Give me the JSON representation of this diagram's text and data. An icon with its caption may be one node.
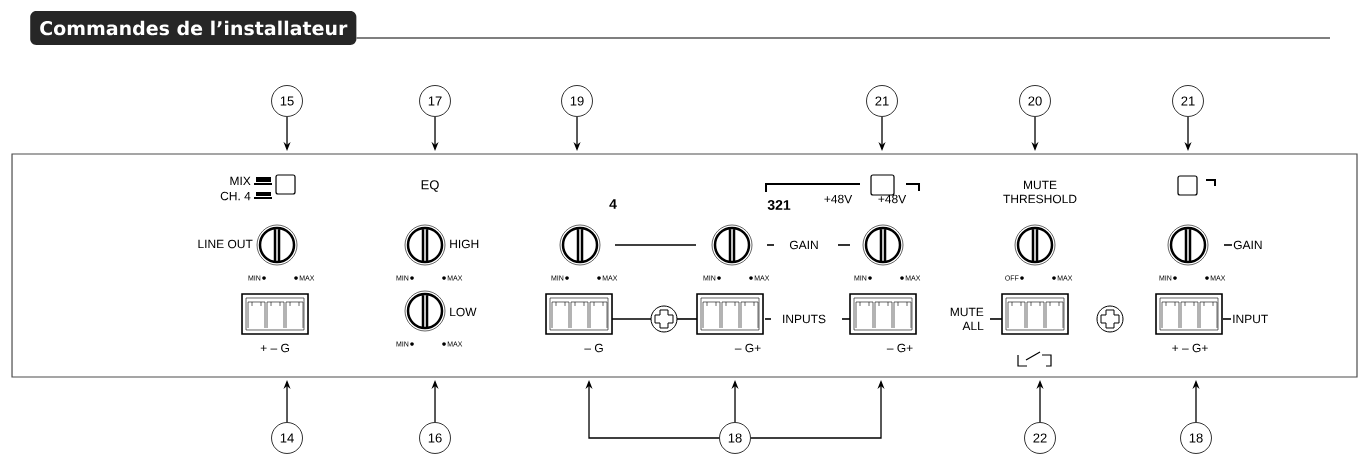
{
  "diagram": {
    "title": "Commandes de l’installateur",
    "nodes": [
      {
        "text": [
          "15"
        ]
      },
      {
        "text": [
          "17"
        ]
      },
      {
        "text": [
          "19"
        ]
      },
      {
        "text": [
          "21"
        ]
      },
      {
        "text": [
          "20"
        ]
      },
      {
        "text": [
          "21"
        ]
      },
      {
        "text": [
          "14"
        ]
      },
      {
        "text": [
          "16"
        ]
      },
      {
        "text": [
          "18"
        ]
      },
      {
        "text": [
          "22"
        ]
      },
      {
        "text": [
          "18"
        ]
      }
    ],
    "edges": [
      {
        "from": 0,
        "to": null,
        "arrow": "to"
      },
      {
        "from": 1,
        "to": null,
        "arrow": "to"
      },
      {
        "from": 2,
        "to": null,
        "arrow": "to"
      },
      {
        "from": 3,
        "to": null,
        "arrow": "to"
      },
      {
        "from": 4,
        "to": null,
        "arrow": "to"
      },
      {
        "from": 5,
        "to": null,
        "arrow": "to"
      },
      {
        "from": 6,
        "to": null,
        "arrow": "to"
      },
      {
        "from": 7,
        "to": null,
        "arrow": "to"
      },
      {
        "from": 8,
        "to": null,
        "arrow": "to"
      },
      {
        "from": 8,
        "to": null,
        "arrow": "to"
      },
      {
        "from": 8,
        "to": null,
        "arrow": "to"
      },
      {
        "from": 9,
        "to": null,
        "arrow": "to"
      },
      {
        "from": 10,
        "to": null,
        "arrow": "to"
      }
    ],
    "labels": [
      "MIX",
      "CH. 4",
      "EQ",
      "4",
      "321",
      "+48V",
      "+48V",
      "MUTE THRESHOLD",
      "LINE OUT",
      "HIGH",
      "GAIN",
      "GAIN",
      "MIN",
      "MAX",
      "MIN",
      "MAX",
      "MIN",
      "MAX",
      "MIN",
      "MAX",
      "MIN",
      "MAX",
      "OFF",
      "MAX",
      "MIN",
      "MAX",
      "LOW",
      "INPUTS",
      "MUTE ALL",
      "INPUT",
      "MIN",
      "MAX",
      "+ – G",
      "– G",
      "– G+",
      "– G+",
      "+ – G+"
    ]
  }
}
